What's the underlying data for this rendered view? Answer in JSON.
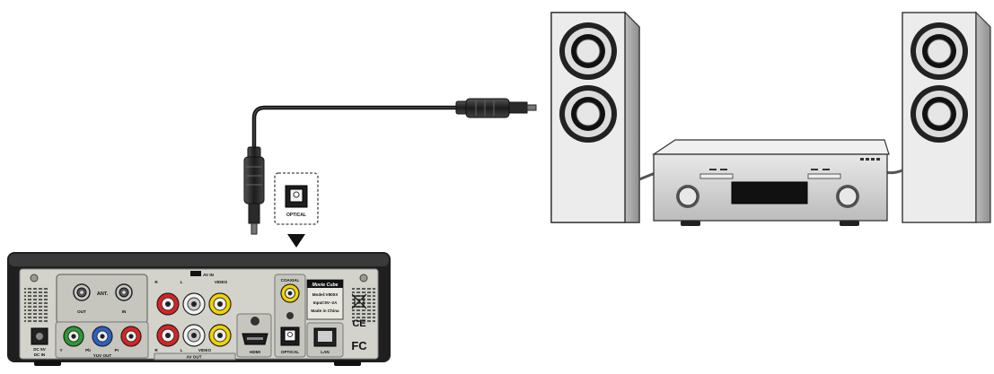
{
  "optical_callout": {
    "label": "OPTICAL"
  },
  "back_panel": {
    "ant_label": "ANT.",
    "ant_out": "OUT",
    "ant_in": "IN",
    "av_in": "AV IN",
    "video_in": "VIDEO",
    "av_in_r": "R",
    "av_in_l": "L",
    "av_out": "AV OUT",
    "video_out": "VIDEO",
    "av_out_r": "R",
    "av_out_l": "L",
    "yuv_out": "YUV OUT",
    "yuv_y": "Y",
    "yuv_pb": "Pb",
    "yuv_pr": "Pr",
    "coaxial": "COAXIAL",
    "optical": "OPTICAL",
    "hdmi": "HDMI",
    "lan": "LAN",
    "dc_in_1": "DC 5V",
    "dc_in_2": "DC IN",
    "brand": "Movie Cube",
    "model_1": "Model:V800X",
    "model_2": "Input:5V–2A",
    "model_3": "Made in China",
    "fcc": "FC",
    "ce": "CE"
  },
  "colors": {
    "cable": "#1a1a1a",
    "device_panel": "#cfcfc8",
    "device_chassis": "#222222",
    "speaker_body": "#dcdcdc",
    "amp_body": "#cfcfcf"
  }
}
